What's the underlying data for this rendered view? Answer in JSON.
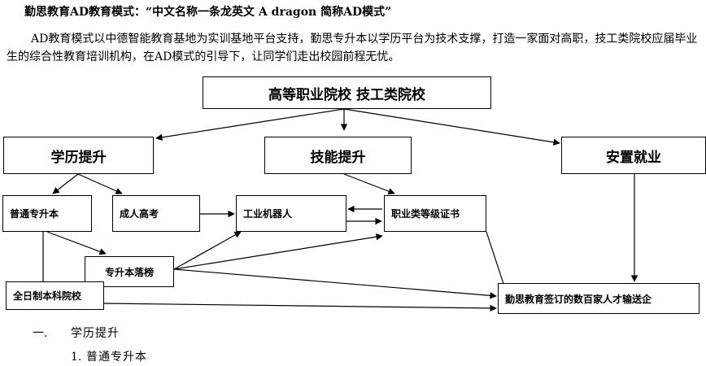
{
  "doc": {
    "heading": "勤思教育AD教育模式：“中文名称一条龙英文 A dragon  简称AD模式”",
    "paragraph": "AD教育模式以中德智能教育基地为实训基地平台支持，勤思专升本以学历平台为技术支撑，打造一家面对高职，技工类院校应届毕业生的综合性教育培训机构，在AD模式的引导下，让同学们走出校园前程无忧。",
    "section_1_number": "一.",
    "section_1_title": "学历提升",
    "subsection_1_number": "1.",
    "subsection_1_title": "普通专升本"
  },
  "diagram": {
    "top": "高等职业院校  技工类院校",
    "edu": "学历提升",
    "skill": "技能提升",
    "job": "安置就业",
    "putong": "普通专升本",
    "chengren": "成人高考",
    "robot": "工业机器人",
    "cert": "职业类等级证书",
    "luobang": "专升本落榜",
    "quanrizhi": "全日制本科院校",
    "companies": "勤思教育签订的数百家人才输送企"
  }
}
